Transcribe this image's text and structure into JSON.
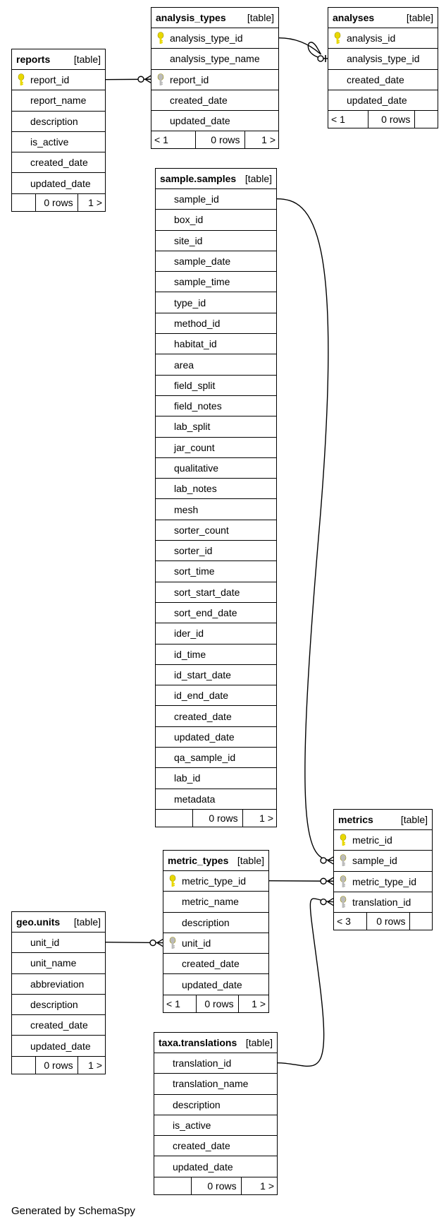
{
  "footer": {
    "generated": "Generated by SchemaSpy"
  },
  "colors": {
    "pk_key": "#e8d800",
    "fk_key": "#bbbbbb",
    "border": "#000000"
  },
  "tables": [
    {
      "id": "analysis_types",
      "name": "analysis_types",
      "kind": "[table]",
      "columns": [
        {
          "name": "analysis_type_id",
          "key": "pk"
        },
        {
          "name": "analysis_type_name",
          "key": ""
        },
        {
          "name": "report_id",
          "key": "fk"
        },
        {
          "name": "created_date",
          "key": ""
        },
        {
          "name": "updated_date",
          "key": ""
        }
      ],
      "footer": {
        "prev": "< 1",
        "rows": "0 rows",
        "next": "1 >"
      }
    },
    {
      "id": "analyses",
      "name": "analyses",
      "kind": "[table]",
      "columns": [
        {
          "name": "analysis_id",
          "key": "pk"
        },
        {
          "name": "analysis_type_id",
          "key": ""
        },
        {
          "name": "created_date",
          "key": ""
        },
        {
          "name": "updated_date",
          "key": ""
        }
      ],
      "footer": {
        "prev": "< 1",
        "rows": "0 rows",
        "next": ""
      }
    },
    {
      "id": "reports",
      "name": "reports",
      "kind": "[table]",
      "columns": [
        {
          "name": "report_id",
          "key": "pk"
        },
        {
          "name": "report_name",
          "key": ""
        },
        {
          "name": "description",
          "key": ""
        },
        {
          "name": "is_active",
          "key": ""
        },
        {
          "name": "created_date",
          "key": ""
        },
        {
          "name": "updated_date",
          "key": ""
        }
      ],
      "footer": {
        "prev": "",
        "rows": "0 rows",
        "next": "1 >"
      }
    },
    {
      "id": "sample_samples",
      "name": "sample.samples",
      "kind": "[table]",
      "columns": [
        {
          "name": "sample_id",
          "key": ""
        },
        {
          "name": "box_id",
          "key": ""
        },
        {
          "name": "site_id",
          "key": ""
        },
        {
          "name": "sample_date",
          "key": ""
        },
        {
          "name": "sample_time",
          "key": ""
        },
        {
          "name": "type_id",
          "key": ""
        },
        {
          "name": "method_id",
          "key": ""
        },
        {
          "name": "habitat_id",
          "key": ""
        },
        {
          "name": "area",
          "key": ""
        },
        {
          "name": "field_split",
          "key": ""
        },
        {
          "name": "field_notes",
          "key": ""
        },
        {
          "name": "lab_split",
          "key": ""
        },
        {
          "name": "jar_count",
          "key": ""
        },
        {
          "name": "qualitative",
          "key": ""
        },
        {
          "name": "lab_notes",
          "key": ""
        },
        {
          "name": "mesh",
          "key": ""
        },
        {
          "name": "sorter_count",
          "key": ""
        },
        {
          "name": "sorter_id",
          "key": ""
        },
        {
          "name": "sort_time",
          "key": ""
        },
        {
          "name": "sort_start_date",
          "key": ""
        },
        {
          "name": "sort_end_date",
          "key": ""
        },
        {
          "name": "ider_id",
          "key": ""
        },
        {
          "name": "id_time",
          "key": ""
        },
        {
          "name": "id_start_date",
          "key": ""
        },
        {
          "name": "id_end_date",
          "key": ""
        },
        {
          "name": "created_date",
          "key": ""
        },
        {
          "name": "updated_date",
          "key": ""
        },
        {
          "name": "qa_sample_id",
          "key": ""
        },
        {
          "name": "lab_id",
          "key": ""
        },
        {
          "name": "metadata",
          "key": ""
        }
      ],
      "footer": {
        "prev": "",
        "rows": "0 rows",
        "next": "1 >"
      }
    },
    {
      "id": "metrics",
      "name": "metrics",
      "kind": "[table]",
      "columns": [
        {
          "name": "metric_id",
          "key": "pk"
        },
        {
          "name": "sample_id",
          "key": "fk"
        },
        {
          "name": "metric_type_id",
          "key": "fk"
        },
        {
          "name": "translation_id",
          "key": "fk"
        }
      ],
      "footer": {
        "prev": "< 3",
        "rows": "0 rows",
        "next": ""
      }
    },
    {
      "id": "metric_types",
      "name": "metric_types",
      "kind": "[table]",
      "columns": [
        {
          "name": "metric_type_id",
          "key": "pk"
        },
        {
          "name": "metric_name",
          "key": ""
        },
        {
          "name": "description",
          "key": ""
        },
        {
          "name": "unit_id",
          "key": "fk"
        },
        {
          "name": "created_date",
          "key": ""
        },
        {
          "name": "updated_date",
          "key": ""
        }
      ],
      "footer": {
        "prev": "< 1",
        "rows": "0 rows",
        "next": "1 >"
      }
    },
    {
      "id": "geo_units",
      "name": "geo.units",
      "kind": "[table]",
      "columns": [
        {
          "name": "unit_id",
          "key": ""
        },
        {
          "name": "unit_name",
          "key": ""
        },
        {
          "name": "abbreviation",
          "key": ""
        },
        {
          "name": "description",
          "key": ""
        },
        {
          "name": "created_date",
          "key": ""
        },
        {
          "name": "updated_date",
          "key": ""
        }
      ],
      "footer": {
        "prev": "",
        "rows": "0 rows",
        "next": "1 >"
      }
    },
    {
      "id": "taxa_translations",
      "name": "taxa.translations",
      "kind": "[table]",
      "columns": [
        {
          "name": "translation_id",
          "key": ""
        },
        {
          "name": "translation_name",
          "key": ""
        },
        {
          "name": "description",
          "key": ""
        },
        {
          "name": "is_active",
          "key": ""
        },
        {
          "name": "created_date",
          "key": ""
        },
        {
          "name": "updated_date",
          "key": ""
        }
      ],
      "footer": {
        "prev": "",
        "rows": "0 rows",
        "next": "1 >"
      }
    }
  ],
  "relationships": [
    {
      "from": "reports.report_id",
      "to": "analysis_types.report_id",
      "end": "zero-or-many"
    },
    {
      "from": "analysis_types.analysis_type_id",
      "to": "analyses.analysis_type_id",
      "end": "zero-or-one"
    },
    {
      "from": "sample_samples.sample_id",
      "to": "metrics.sample_id",
      "end": "zero-or-many"
    },
    {
      "from": "metric_types.metric_type_id",
      "to": "metrics.metric_type_id",
      "end": "zero-or-many"
    },
    {
      "from": "taxa_translations.translation_id",
      "to": "metrics.translation_id",
      "end": "zero-or-many"
    },
    {
      "from": "geo_units.unit_id",
      "to": "metric_types.unit_id",
      "end": "zero-or-many"
    }
  ]
}
